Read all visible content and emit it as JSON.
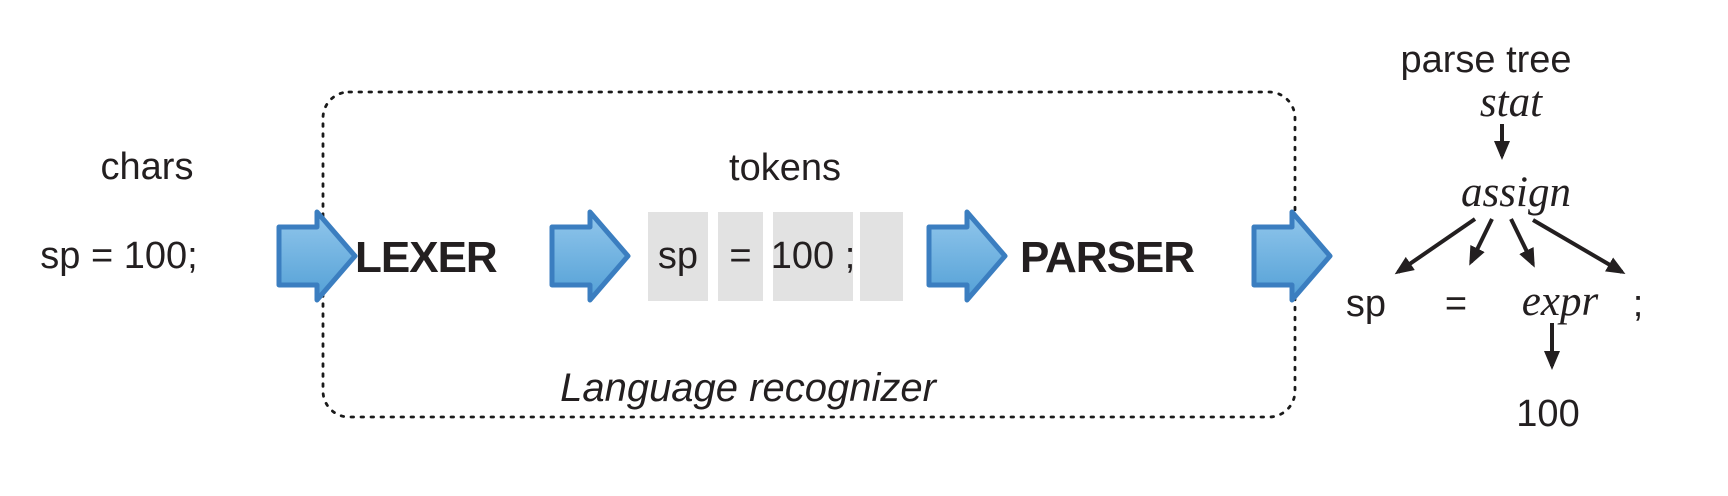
{
  "input": {
    "label": "chars",
    "code": "sp = 100;"
  },
  "recognizer": {
    "caption": "Language recognizer",
    "lexer_label": "LEXER",
    "parser_label": "PARSER",
    "tokens_label": "tokens",
    "token_boxes": [
      {
        "text": "sp"
      },
      {
        "text": "="
      },
      {
        "text": "100 ;"
      },
      {
        "text": ""
      }
    ]
  },
  "parse_tree": {
    "label": "parse tree",
    "root": "stat",
    "child": "assign",
    "leaves": {
      "sp": "sp",
      "eq": "=",
      "expr": "expr",
      "semi": ";"
    },
    "literal": "100"
  },
  "colors": {
    "arrow_fill_top": "#92c7ec",
    "arrow_fill_bottom": "#53a0d6",
    "arrow_border": "#3b7ec0",
    "token_box_bg": "#e2e2e2",
    "text_color": "#231f20",
    "border_color": "#1a1a1a"
  }
}
